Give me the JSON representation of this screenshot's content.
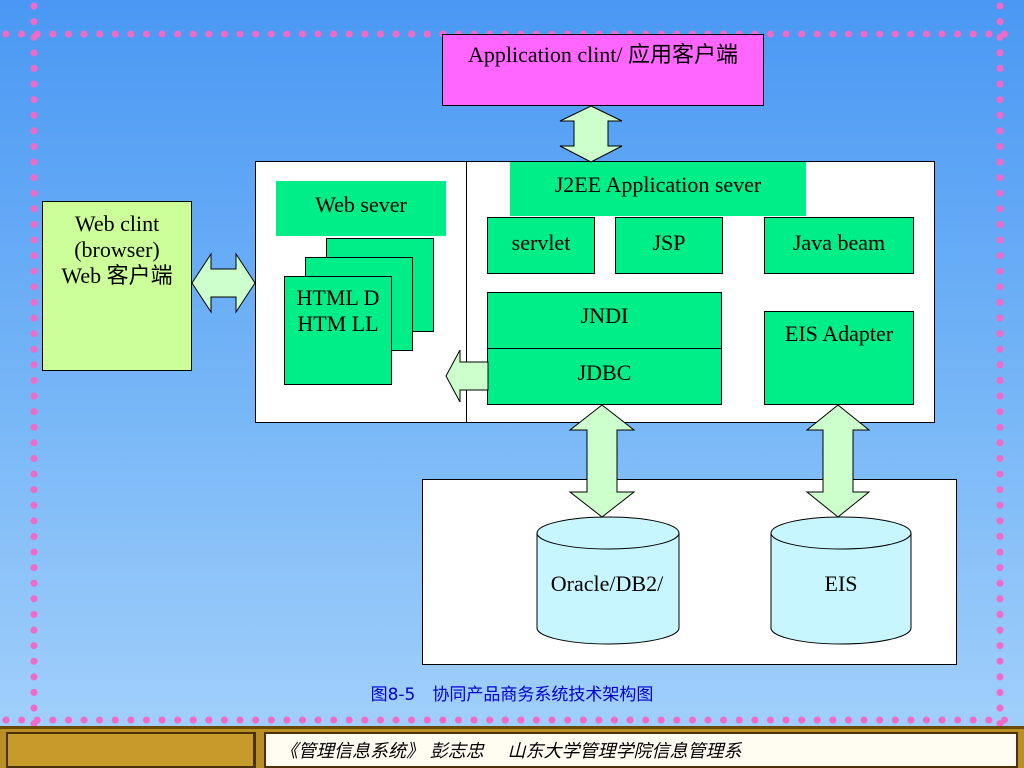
{
  "colors": {
    "background_top": "#4a98f4",
    "background_bottom": "#a6d2fb",
    "dotted_border": "#f06ac8",
    "module_green": "#00ee88",
    "client_box": "#ccff99",
    "app_client_box": "#ff66ff",
    "arrow_fill": "#ccffcc",
    "database_fill": "#c8f6ff",
    "caption_text": "#0000cc"
  },
  "diagram": {
    "application_client": "Application clint/ 应用客户端",
    "web_client": {
      "line1": "Web clint",
      "line2": "(browser)",
      "line3": "Web 客户端"
    },
    "web_server": {
      "title": "Web sever",
      "html_pages": "HTML DHTM LL"
    },
    "j2ee_server": {
      "title": "J2EE Application sever",
      "servlet": "servlet",
      "jsp": "JSP",
      "java_beans": "Java beam",
      "jndi": "JNDI",
      "jdbc": "JDBC",
      "eis_adapter": "EIS Adapter"
    },
    "databases": {
      "oracle": "Oracle/DB2/",
      "eis": "EIS"
    }
  },
  "caption": "图8-5　协同产品商务系统技术架构图",
  "footer": {
    "text": "《管理信息系统》 彭志忠　 山东大学管理学院信息管理系"
  }
}
